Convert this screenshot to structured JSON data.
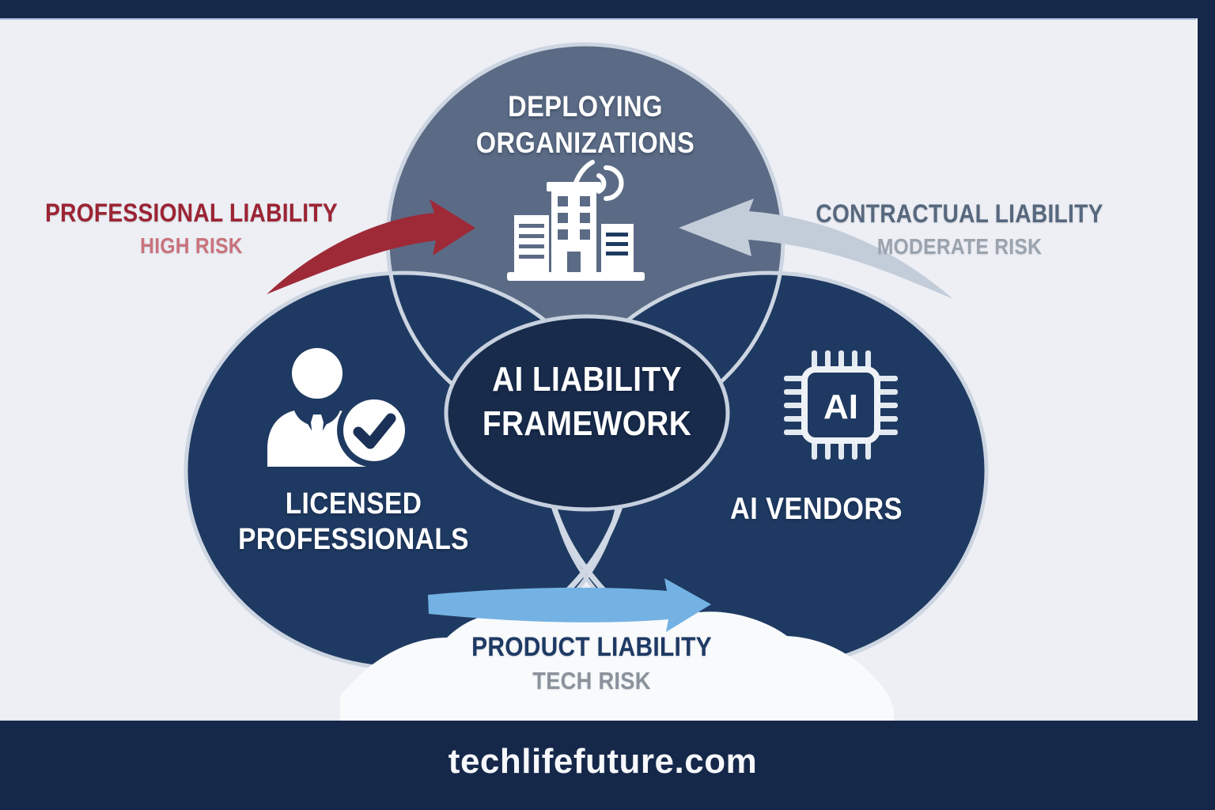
{
  "top_circle": {
    "line1": "DEPLOYING",
    "line2": "ORGANIZATIONS",
    "fill": "#5b6b85",
    "icon": "building-broadcast-icon"
  },
  "left_circle": {
    "line1": "LICENSED",
    "line2": "PROFESSIONALS",
    "fill": "#1f3a62",
    "icon": "professional-check-icon"
  },
  "right_circle": {
    "label": "AI VENDORS",
    "fill": "#1f3a62",
    "icon": "ai-chip-icon"
  },
  "center": {
    "line1": "AI LIABILITY",
    "line2": "FRAMEWORK",
    "fill": "#182b4b"
  },
  "chip": {
    "label": "AI"
  },
  "edges": {
    "professional": {
      "title": "PROFESSIONAL LIABILITY",
      "risk": "HIGH RISK",
      "title_color": "#9c2434",
      "risk_color": "#c9737d",
      "arrow_color": "#9e2a38",
      "arrow": "red-curved-arrow"
    },
    "contractual": {
      "title": "CONTRACTUAL LIABILITY",
      "risk": "MODERATE RISK",
      "title_color": "#57687e",
      "risk_color": "#9aa3ae",
      "arrow_color": "#c3cdd9",
      "arrow": "gray-curved-arrow"
    },
    "product": {
      "title": "PRODUCT LIABILITY",
      "risk": "TECH RISK",
      "title_color": "#1e3a64",
      "risk_color": "#8b929c",
      "arrow_color": "#74b2e4",
      "arrow": "blue-straight-arrow"
    }
  },
  "footer": {
    "site": "techlifefuture.com"
  },
  "colors": {
    "frame": "#16284a",
    "canvas": "#edeff4",
    "circle_border": "#ccd5e1",
    "icon_white": "#ffffff"
  }
}
